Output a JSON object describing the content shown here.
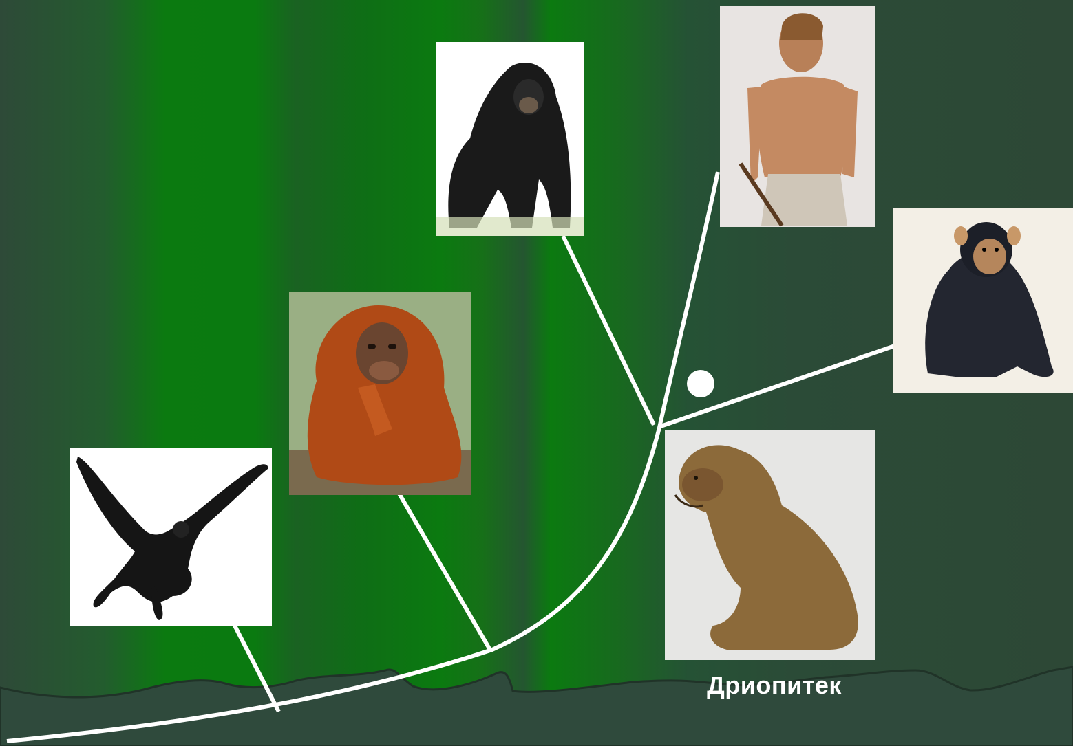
{
  "species": [
    {
      "id": "gibbon",
      "icon": "gibbon-illustration"
    },
    {
      "id": "orangutan",
      "icon": "orangutan-photo"
    },
    {
      "id": "gorilla",
      "icon": "gorilla-illustration"
    },
    {
      "id": "human",
      "icon": "early-human-illustration"
    },
    {
      "id": "chimpanzee",
      "icon": "chimpanzee-illustration"
    },
    {
      "id": "dryopithecus",
      "icon": "dryopithecus-illustration",
      "label": "Дриопитек"
    }
  ],
  "colors": {
    "line": "#ffffff",
    "label": "#ffffff",
    "ground_fill": "#2f4a3c",
    "ground_stroke": "#203328"
  }
}
